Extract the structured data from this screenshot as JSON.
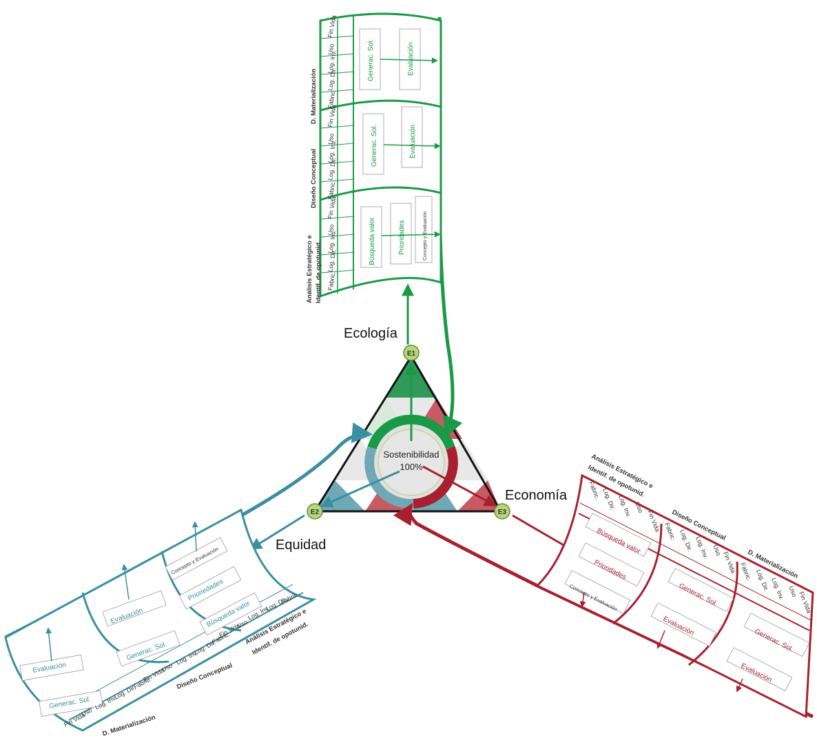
{
  "center": {
    "title": "Sostenibilidad",
    "value": "100%"
  },
  "vertices": {
    "e1": "E1",
    "e2": "E2",
    "e3": "E3"
  },
  "pillars": {
    "ecologia": {
      "label": "Ecología",
      "color": "#1a9a46"
    },
    "equidad": {
      "label": "Equidad",
      "color": "#3a8fa0"
    },
    "economia": {
      "label": "Economía",
      "color": "#a8202f"
    }
  },
  "phases": {
    "p1_line1": "Análisis Estratégico e",
    "p1_line2": "Identif. de opotunid.",
    "p2": "Diseño Conceptual",
    "p3": "D. Materialización"
  },
  "lifecycle": [
    "Fabric.",
    "Log. Dir.",
    "Log. Inv.",
    "Uso",
    "Fin Vida"
  ],
  "steps": {
    "busqueda": "Búsqueda valor",
    "prioridades": "Prioridades",
    "concepto": "Concepto y Evaluación",
    "generac": "Generac. Sol.",
    "evaluacion": "Evaluación"
  },
  "ecologia": {
    "phase_labels": [
      "Análisis Estratégico e",
      "Identif. de opotunid.",
      "Diseño Conceptual",
      "D. Materialización"
    ],
    "lifecycle": [
      "Fabric.",
      "Log. Dir.",
      "Log. Inv.",
      "Uso",
      "Fin Vida"
    ],
    "steps": [
      "Búsqueda valor",
      "Prioridades",
      "Concepto y Evaluación",
      "Generac. Sol.",
      "Evaluación",
      "Generac. Sol.",
      "Evaluación"
    ]
  },
  "equidad": {
    "phase_labels": [
      "Análisis Estratégico e",
      "Identif. de opotunid.",
      "Diseño Conceptual",
      "D. Materialización"
    ],
    "steps": [
      "Concepto y Evaluación",
      "Prioriedades",
      "Búsqueda valor",
      "Evaluación",
      "Generac. Sol.",
      "Evaluación",
      "Generac. Sol."
    ]
  },
  "economia": {
    "phase_labels": [
      "Análisis Estratégico e",
      "Identif. de opotunid.",
      "Diseño Conceptual",
      "D. Materialización"
    ],
    "steps": [
      "Búsqueda valor",
      "Prioridades",
      "Concepto y Evaluación",
      "Generac. Sol.",
      "Evaluación",
      "Generac. Sol.",
      "Evaluación"
    ]
  }
}
